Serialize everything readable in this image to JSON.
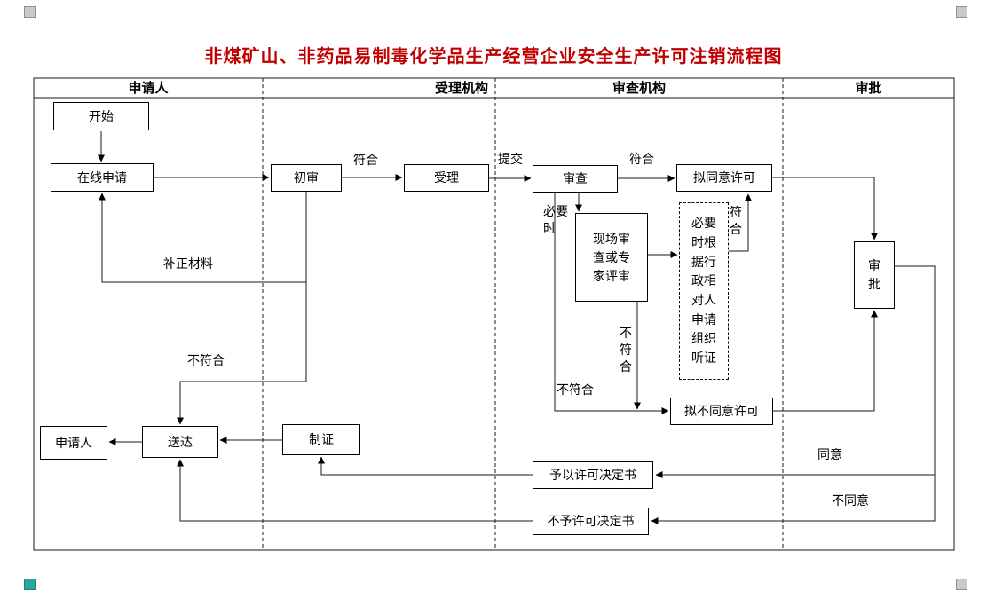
{
  "title": "非煤矿山、非药品易制毒化学品生产经营企业安全生产许可注销流程图",
  "colors": {
    "title": "#c00000",
    "line": "#000000",
    "box_border": "#000000",
    "handle_gray": "#c9c9c9",
    "handle_teal": "#2aa79b",
    "background": "#ffffff"
  },
  "lanes": [
    {
      "label": "申请人"
    },
    {
      "label": "受理机构"
    },
    {
      "label": "审查机构"
    },
    {
      "label": "审批"
    }
  ],
  "nodes": {
    "start": "开始",
    "online_apply": "在线申请",
    "initial_review": "初审",
    "accept": "受理",
    "review": "审查",
    "propose_approve": "拟同意许可",
    "onsite_review": "现场审查或专家评审",
    "hearing": "必要时根据行政相对人申请组织听证",
    "propose_deny": "拟不同意许可",
    "approval": "审批",
    "applicant": "申请人",
    "deliver": "送达",
    "certify": "制证",
    "grant_decision": "予以许可决定书",
    "deny_decision": "不予许可决定书"
  },
  "edge_labels": {
    "conform_1": "符合",
    "submit": "提交",
    "conform_2": "符合",
    "when_necessary": "必要时",
    "conform_3": "符合",
    "not_conform_onsite": "不符合",
    "not_conform_review": "不符合",
    "supplement_materials": "补正材料",
    "not_conform_initial": "不符合",
    "agree": "同意",
    "disagree": "不同意"
  }
}
